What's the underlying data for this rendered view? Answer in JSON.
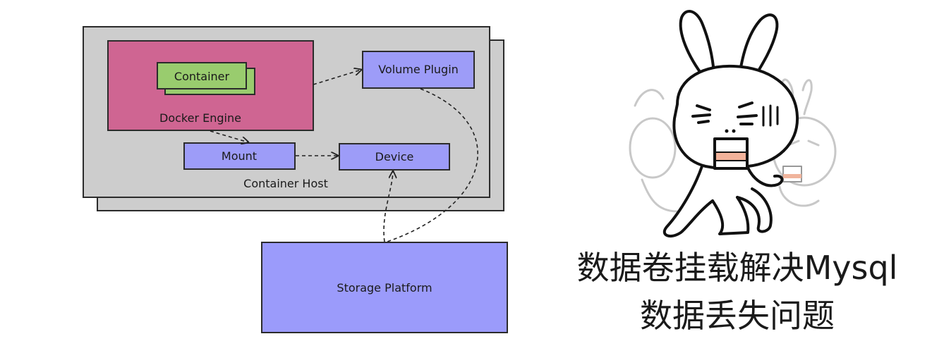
{
  "diagram": {
    "container_label": "Container",
    "docker_engine_label": "Docker Engine",
    "volume_plugin_label": "Volume Plugin",
    "mount_label": "Mount",
    "device_label": "Device",
    "container_host_label": "Container Host",
    "storage_platform_label": "Storage Platform",
    "colors": {
      "host_fill": "#cdcdcd",
      "engine_fill": "#cf6592",
      "container_fill": "#99cc6e",
      "plugin_fill": "#9d9cf8",
      "storage_fill": "#9b9bfb"
    }
  },
  "caption": {
    "line1": "数据卷挂载解决Mysql",
    "line2": "数据丢失问题"
  },
  "illustration": {
    "icon": "rabbit-sticker-icon"
  }
}
